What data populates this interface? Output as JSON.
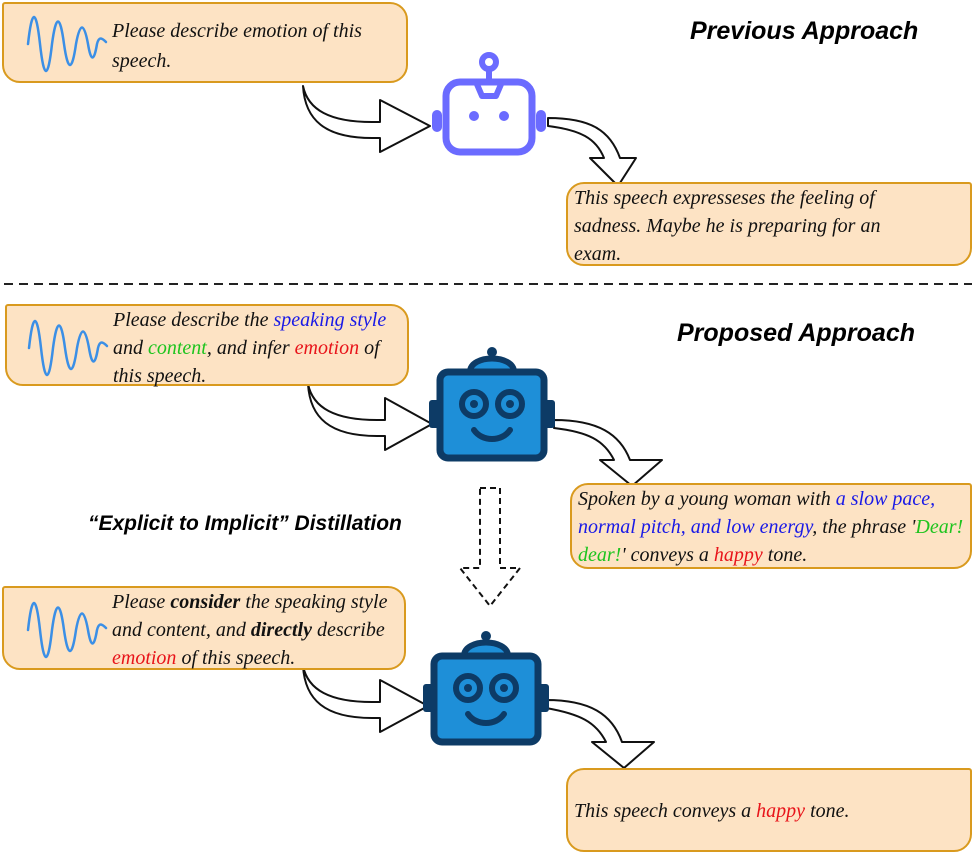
{
  "headings": {
    "previous": "Previous Approach",
    "proposed": "Proposed Approach",
    "distillation": "“Explicit to Implicit” Distillation"
  },
  "previous": {
    "prompt": "Please describe emotion of this speech.",
    "response": "This speech expresseses the feeling of sadness. Maybe he is preparing for an exam."
  },
  "proposed": {
    "prompt_parts": {
      "p1": "Please describe the ",
      "speaking_style": "speaking style",
      "p2": " and ",
      "content": "content",
      "p3": ", and infer ",
      "emotion": "emotion",
      "p4": " of this speech."
    },
    "response_parts": {
      "p1": "Spoken by a young woman with ",
      "style": "a slow pace, normal pitch, and low energy",
      "p2": ", the phrase '",
      "phrase": "Dear! dear!",
      "p3": "' conveys a ",
      "emotion": "happy",
      "p4": " tone."
    }
  },
  "distilled": {
    "prompt_parts": {
      "p1": "Please ",
      "consider": "consider",
      "p2": " the speaking style and content, and ",
      "directly": "directly",
      "p3": " describe ",
      "emotion": "emotion",
      "p4": " of this speech."
    },
    "response_parts": {
      "p1": "This speech conveys a ",
      "emotion": "happy",
      "p2": " tone."
    }
  },
  "colors": {
    "bubble_fill": "#fde3c4",
    "bubble_border": "#d99a1e",
    "wave": "#3b8fe6",
    "robot_outline": "#6b6bff",
    "robot_face": "#1e8fd8",
    "robot_dark": "#0d3b66",
    "style_text": "#1a1ae6",
    "content_text": "#1ec41e",
    "emotion_text": "#e8141a"
  },
  "icons": {
    "wave": "sound-wave-icon",
    "robot_outline": "robot-outline-icon",
    "robot_filled": "robot-face-icon"
  }
}
